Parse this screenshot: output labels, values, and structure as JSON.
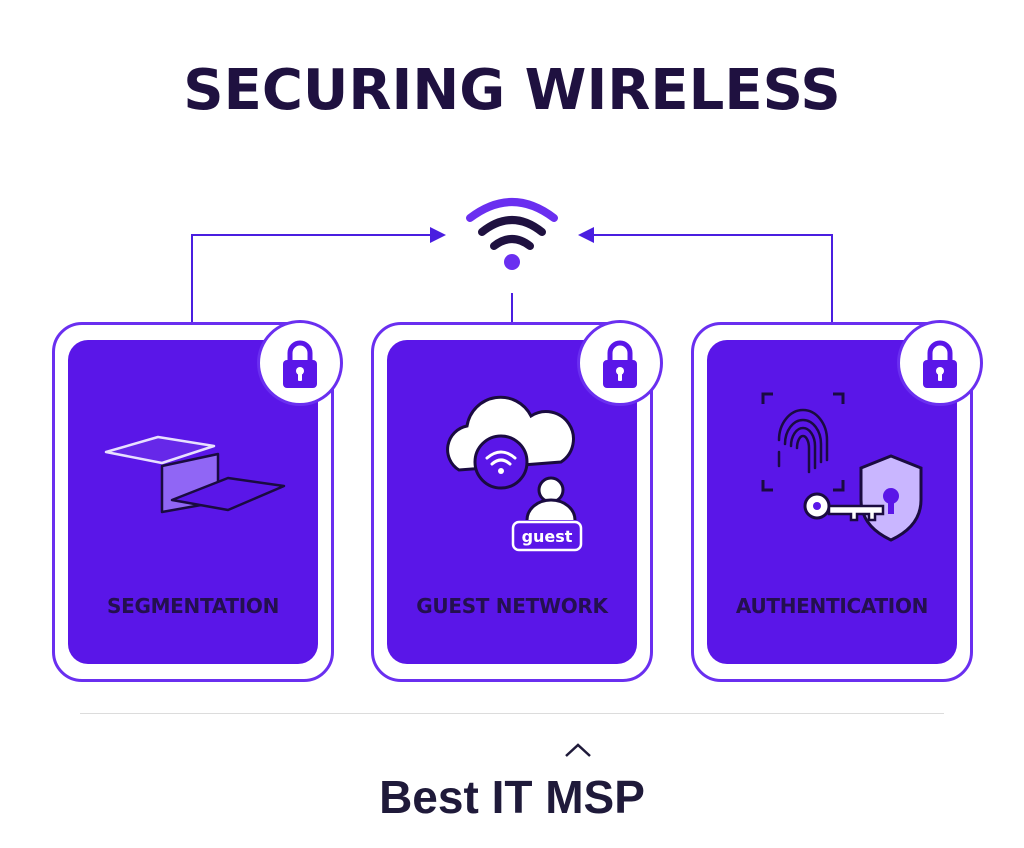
{
  "title": "SECURING WIRELESS",
  "cards": [
    {
      "label": "SEGMENTATION",
      "icon": "segmentation-layers-icon"
    },
    {
      "label": "GUEST NETWORK",
      "icon": "cloud-wifi-guest-icon",
      "badge": "guest"
    },
    {
      "label": "AUTHENTICATION",
      "icon": "fingerprint-key-shield-icon"
    }
  ],
  "center_icon": "wifi-icon",
  "lock_icon": "lock-icon",
  "brand": "Best IT MSP",
  "colors": {
    "accent": "#5a16e8",
    "border": "#6a2ff0",
    "title": "#1f1140",
    "label": "#24104f"
  }
}
